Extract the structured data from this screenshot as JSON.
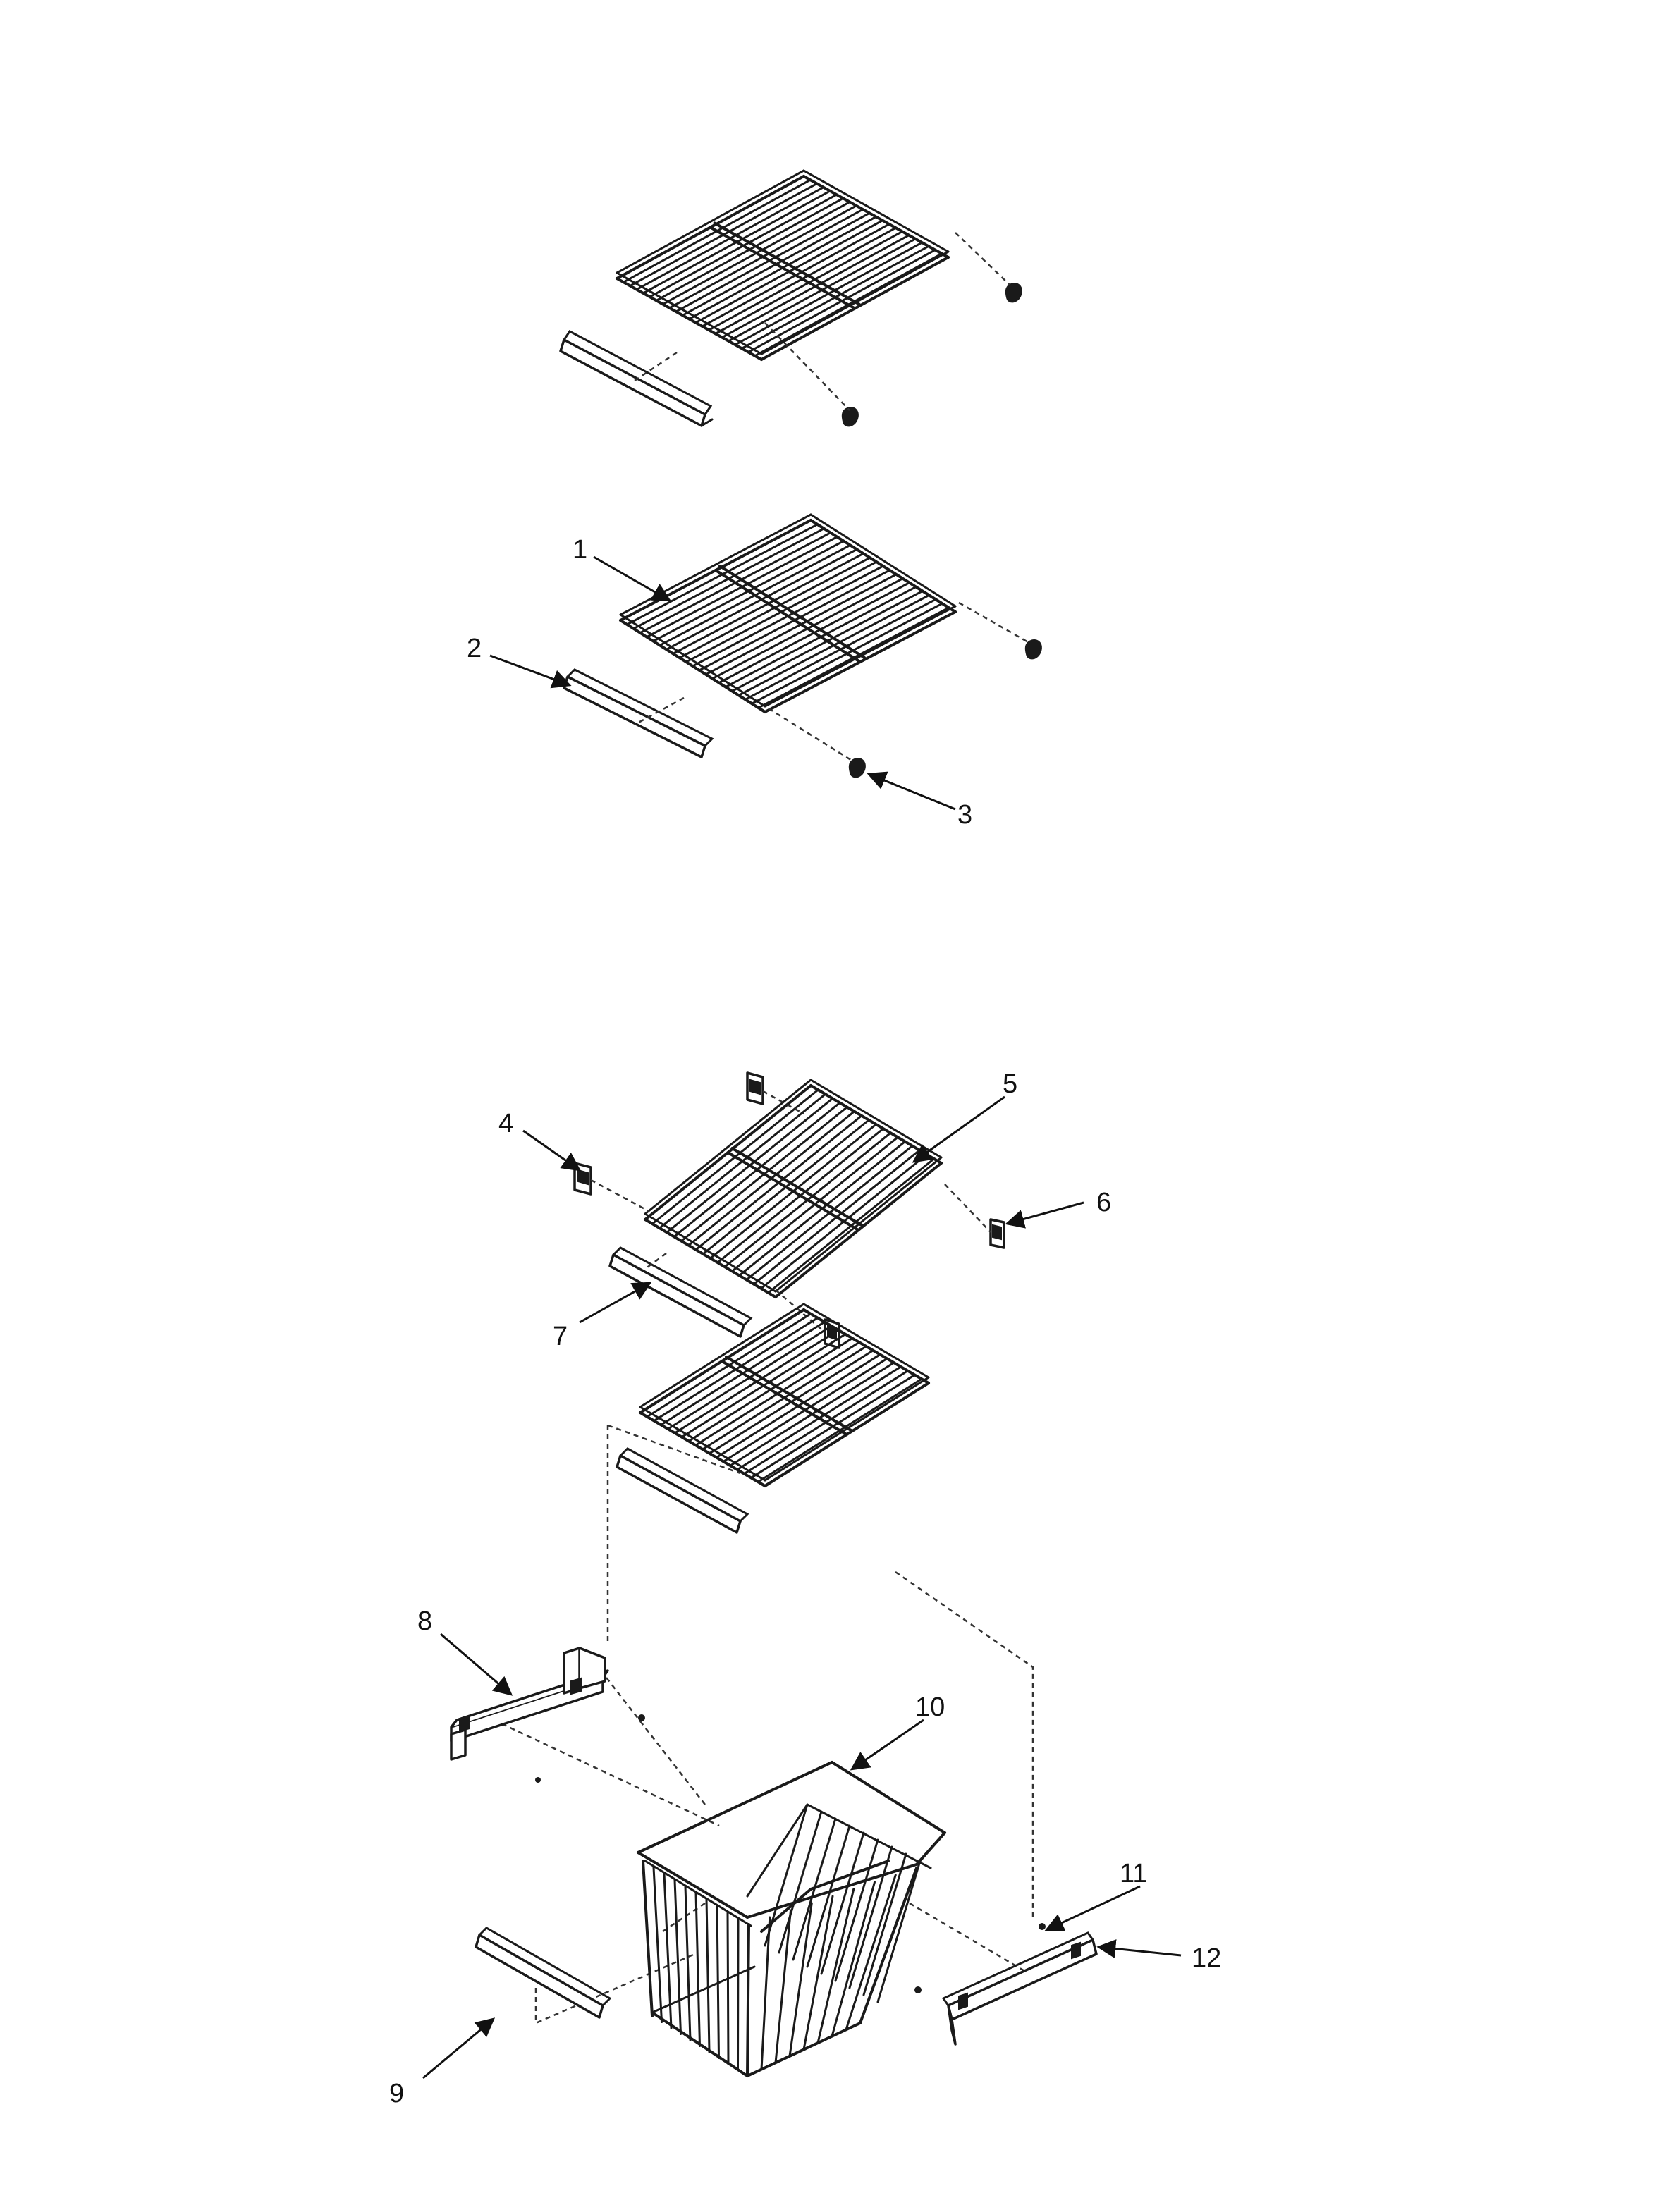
{
  "diagram": {
    "callouts": [
      {
        "id": "callout-1",
        "text": "1"
      },
      {
        "id": "callout-2",
        "text": "2"
      },
      {
        "id": "callout-3",
        "text": "3"
      },
      {
        "id": "callout-4",
        "text": "4"
      },
      {
        "id": "callout-5",
        "text": "5"
      },
      {
        "id": "callout-6",
        "text": "6"
      },
      {
        "id": "callout-7",
        "text": "7"
      },
      {
        "id": "callout-8",
        "text": "8"
      },
      {
        "id": "callout-9",
        "text": "9"
      },
      {
        "id": "callout-10",
        "text": "10"
      },
      {
        "id": "callout-11",
        "text": "11"
      },
      {
        "id": "callout-12",
        "text": "12"
      }
    ],
    "line_color": "#1a1a1a"
  }
}
